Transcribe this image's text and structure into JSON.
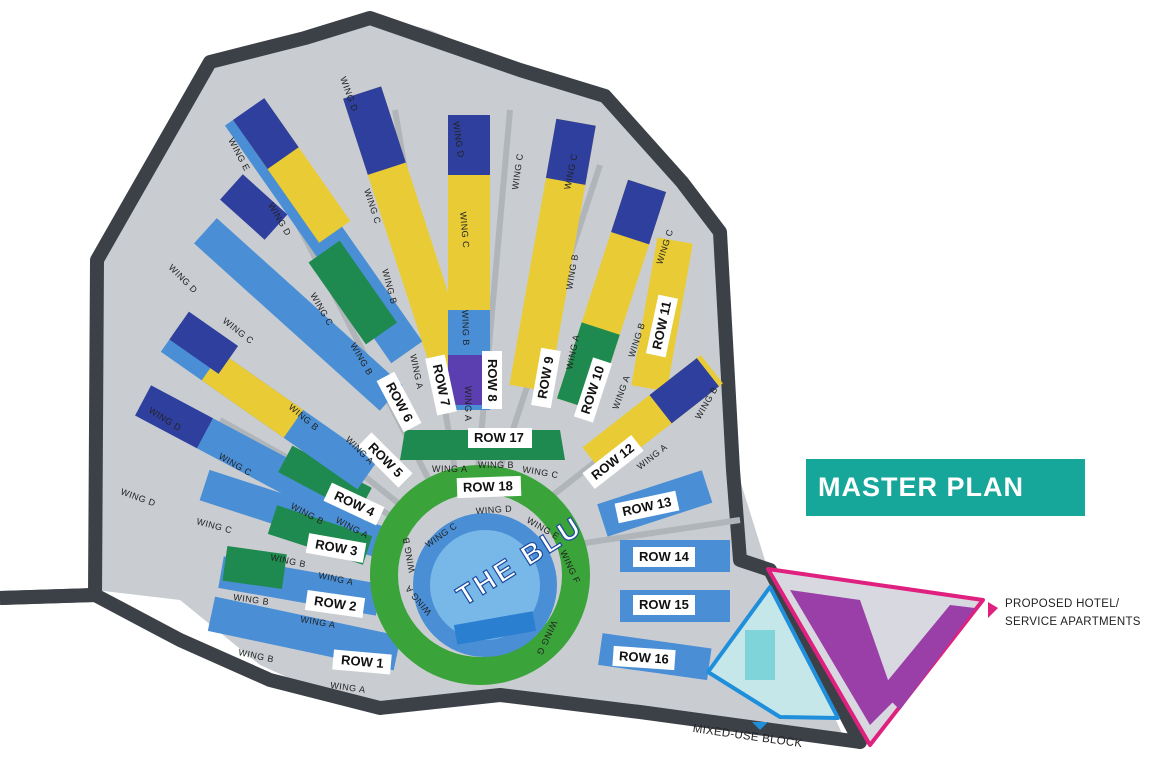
{
  "map": {
    "title": "MASTER PLAN",
    "centerpiece": "THE BLU",
    "rows": [
      {
        "label": "ROW 1",
        "color": "#4a8fd6"
      },
      {
        "label": "ROW 2",
        "color": "#4a8fd6"
      },
      {
        "label": "ROW 3",
        "color": "#1f8a4f"
      },
      {
        "label": "ROW 4",
        "color": "#1f8a4f"
      },
      {
        "label": "ROW 5",
        "color": "#4a8fd6"
      },
      {
        "label": "ROW 6",
        "color": "#1f8a4f"
      },
      {
        "label": "ROW 7",
        "color": "#e9cc35"
      },
      {
        "label": "ROW 8",
        "color": "#5b3fb0"
      },
      {
        "label": "ROW 9",
        "color": "#e9cc35"
      },
      {
        "label": "ROW 10",
        "color": "#1f8a4f"
      },
      {
        "label": "ROW 11",
        "color": "#e9cc35"
      },
      {
        "label": "ROW 12",
        "color": "#e9cc35"
      },
      {
        "label": "ROW 13",
        "color": "#4a8fd6"
      },
      {
        "label": "ROW 14",
        "color": "#4a8fd6"
      },
      {
        "label": "ROW 15",
        "color": "#4a8fd6"
      },
      {
        "label": "ROW 16",
        "color": "#4a8fd6"
      },
      {
        "label": "ROW 17",
        "color": "#1f8a4f"
      },
      {
        "label": "ROW 18",
        "color": "#3aa33a"
      }
    ],
    "wing_labels": {
      "a": "WING A",
      "b": "WING B",
      "c": "WING C",
      "d": "WING D",
      "e": "WING E",
      "f": "WING F",
      "g": "WING G"
    },
    "callouts": {
      "hotel_line1": "PROPOSED HOTEL/",
      "hotel_line2": "SERVICE APARTMENTS",
      "mixed_use": "MIXED-USE BLOCK"
    },
    "colors": {
      "road": "#3c4147",
      "ground": "#c9cdd1",
      "blue_units": "#4a8fd6",
      "navy_units": "#2f3f9e",
      "yellow_units": "#e9cc35",
      "green_units": "#1f8a4f",
      "bright_green": "#3aa33a",
      "purple_units": "#5b3fb0",
      "hotel_purple": "#9b3fa8",
      "hotel_border": "#e0207f",
      "mixed_border": "#1f8fdc",
      "title_bg": "#17a69a"
    }
  }
}
